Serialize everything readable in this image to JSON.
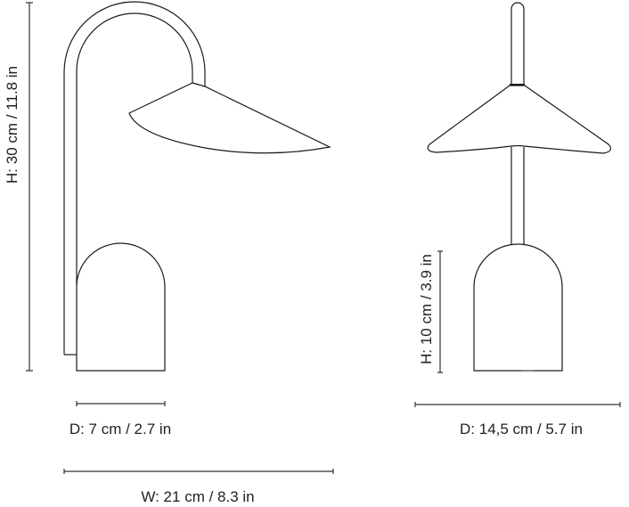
{
  "side_view": {
    "height_label": "H: 30 cm / 11.8 in",
    "depth_label": "D: 7 cm / 2.7 in",
    "width_label": "W: 21 cm / 8.3 in"
  },
  "front_view": {
    "base_height_label": "H: 10 cm / 3.9 in",
    "depth_label": "D: 14,5 cm / 5.7 in"
  }
}
